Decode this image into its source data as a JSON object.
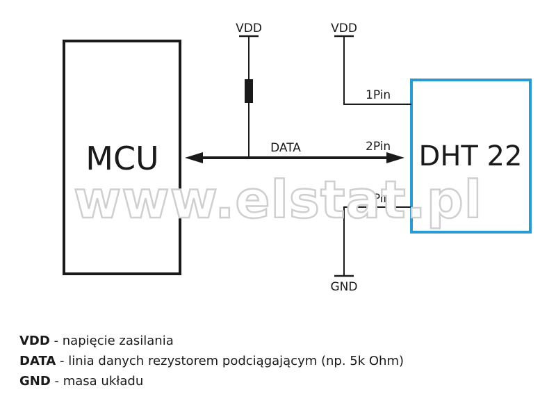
{
  "diagram": {
    "mcu_label": "MCU",
    "sensor_label": "DHT 22",
    "vdd_label_resistor": "VDD",
    "vdd_label_pin1": "VDD",
    "gnd_label": "GND",
    "data_label": "DATA",
    "pin1_label": "1Pin",
    "pin2_label": "2Pin",
    "pin4_label": "4Pin",
    "sensor_border_color": "#2a9bd0",
    "line_color": "#1a1a1a"
  },
  "watermark": "www.elstat.pl",
  "legend": [
    {
      "term": "VDD",
      "desc": " - napięcie zasilania"
    },
    {
      "term": "DATA",
      "desc": " - linia danych rezystorem podciągającym (np. 5k Ohm)"
    },
    {
      "term": "GND",
      "desc": " - masa układu"
    }
  ]
}
